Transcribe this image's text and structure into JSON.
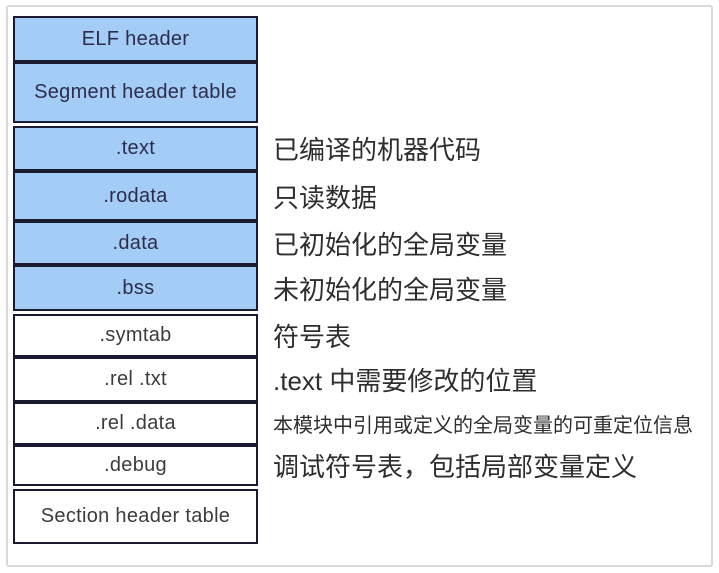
{
  "diagram_name": "ELF object file format",
  "colors": {
    "section_fill_blue": "#a3ccf7",
    "row_fill_white": "#ffffff",
    "table_border": "#1a1a30",
    "frame_border": "#d9d9d9",
    "label_text_blue_rows": "#2d2d4a",
    "label_text_white_rows": "#3c3c3c",
    "description_text": "#2e2e2e"
  },
  "rows": [
    {
      "label": "ELF header",
      "desc": ""
    },
    {
      "label": "Segment header table",
      "desc": ""
    },
    {
      "label": ".text",
      "desc": "已编译的机器代码"
    },
    {
      "label": ".rodata",
      "desc": "只读数据"
    },
    {
      "label": ".data",
      "desc": "已初始化的全局变量"
    },
    {
      "label": ".bss",
      "desc": "未初始化的全局变量"
    },
    {
      "label": ".symtab",
      "desc": "符号表"
    },
    {
      "label": ".rel .txt",
      "desc": ".text 中需要修改的位置"
    },
    {
      "label": ".rel .data",
      "desc": "本模块中引用或定义的全局变量的可重定位信息"
    },
    {
      "label": ".debug",
      "desc": "调试符号表，包括局部变量定义"
    },
    {
      "label": "Section header table",
      "desc": ""
    }
  ]
}
